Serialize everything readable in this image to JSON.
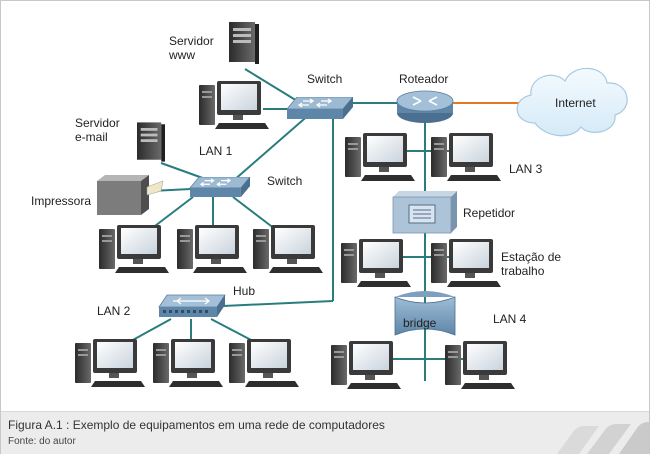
{
  "labels": {
    "servidor_www": [
      "Servidor",
      "www"
    ],
    "servidor_email": [
      "Servidor",
      "e-mail"
    ],
    "switch_top": "Switch",
    "switch_lan1": "Switch",
    "roteador": "Roteador",
    "internet": "Internet",
    "lan1": "LAN 1",
    "lan2": "LAN 2",
    "lan3": "LAN 3",
    "lan4": "LAN 4",
    "impressora": "Impressora",
    "hub": "Hub",
    "repetidor": "Repetidor",
    "estacao": [
      "Estação de",
      "trabalho"
    ],
    "bridge": "bridge"
  },
  "caption": {
    "title": "Figura A.1 : Exemplo de equipamentos em uma rede de computadores",
    "source": "Fonte: do autor"
  },
  "colors": {
    "link": "#2a7d7d",
    "wan_link": "#e07a20",
    "device_blue": "#6f97b8",
    "cloud": "#e6f3fb"
  }
}
